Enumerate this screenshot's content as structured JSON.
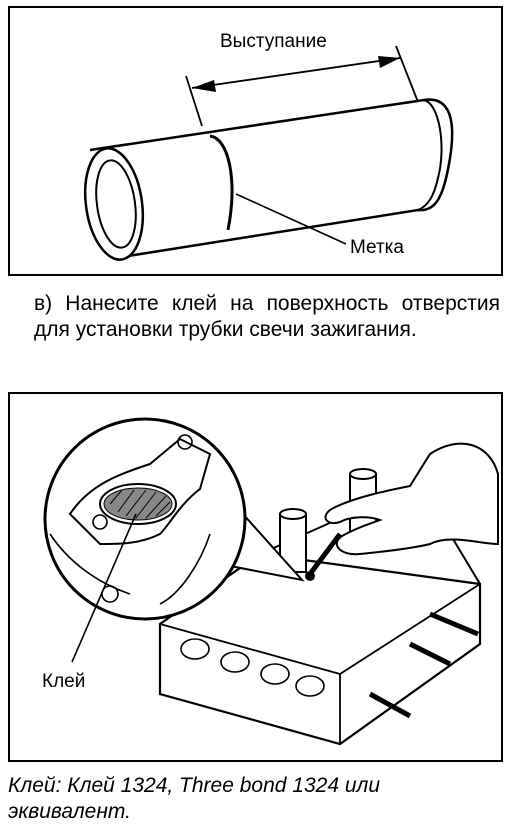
{
  "figure1": {
    "protrusion_label": "Выступание",
    "mark_label": "Метка"
  },
  "step_text": "в) Нанесите клей на поверхность отверстия для установки трубки свечи зажигания.",
  "figure2": {
    "glue_label": "Клей"
  },
  "caption": "Клей: Клей 1324, Three bond 1324 или эквивалент."
}
